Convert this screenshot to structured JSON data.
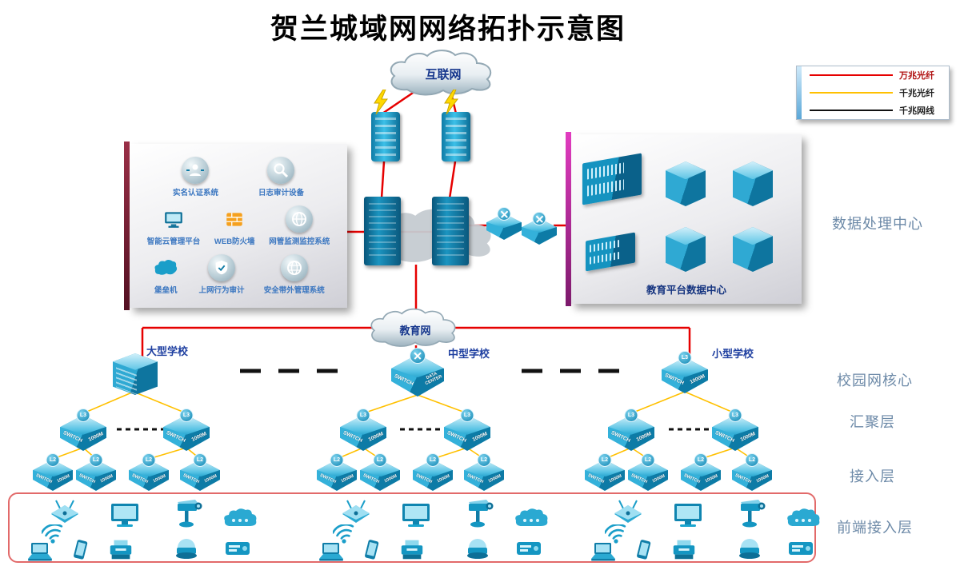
{
  "title": "贺兰城域网网络拓扑示意图",
  "legend": {
    "items": [
      {
        "label": "万兆光纤",
        "color": "#e60000"
      },
      {
        "label": "千兆光纤",
        "color": "#ffc000"
      },
      {
        "label": "千兆网线",
        "color": "#111111"
      }
    ]
  },
  "clouds": {
    "internet": "互联网",
    "education": "教育网"
  },
  "security_panel": {
    "items": [
      {
        "label": "实名认证系统",
        "icon": "auth-system-icon"
      },
      {
        "label": "日志审计设备",
        "icon": "log-audit-icon"
      },
      {
        "label": "智能云管理平台",
        "icon": "cloud-management-icon"
      },
      {
        "label": "WEB防火墙",
        "icon": "web-firewall-icon"
      },
      {
        "label": "网管监测监控系统",
        "icon": "network-monitor-icon"
      },
      {
        "label": "堡垒机",
        "icon": "bastion-host-icon"
      },
      {
        "label": "上网行为审计",
        "icon": "behavior-audit-icon"
      },
      {
        "label": "安全带外管理系统",
        "icon": "out-of-band-icon"
      }
    ]
  },
  "datacenter": {
    "label": "教育平台数据中心"
  },
  "layers": {
    "datacenter": "数据处理中心",
    "campus_core": "校园网核心",
    "aggregation": "汇聚层",
    "access": "接入层",
    "frontend": "前端接入层"
  },
  "schools": {
    "large": "大型学校",
    "medium": "中型学校",
    "small": "小型学校"
  },
  "switch_labels": {
    "l3": "L3",
    "l2": "L2",
    "switch": "SWITCH",
    "speed": "1000M",
    "data_center": "DATA CENTER"
  },
  "frontend_devices": [
    "wifi-ap",
    "wireless-signal",
    "laptop",
    "phone",
    "monitor",
    "printer",
    "ptz-camera",
    "dome-camera",
    "cloud-device",
    "card-reader"
  ],
  "colors": {
    "teal": "#1a9ec9",
    "red_line": "#e60000",
    "yellow_line": "#ffc000",
    "black_line": "#111111"
  }
}
